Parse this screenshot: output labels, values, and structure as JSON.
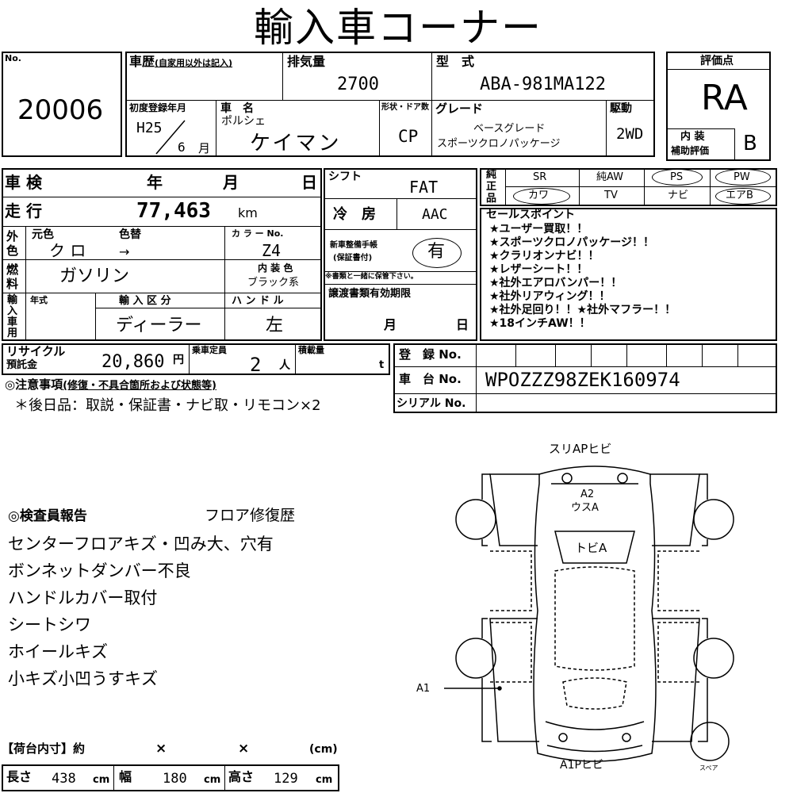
{
  "title": "輸入車コーナー",
  "lot": {
    "label": "No.",
    "number": "20006"
  },
  "history": {
    "label": "車歴",
    "note": "(自家用以外は記入)"
  },
  "displacement": {
    "label": "排気量",
    "value": "2700"
  },
  "model": {
    "label": "型　式",
    "value": "ABA-981MA122"
  },
  "first_reg": {
    "label": "初度登録年月",
    "year": "H25",
    "month": "6",
    "month_unit": "月"
  },
  "car_name": {
    "label": "車　名",
    "maker": "ポルシェ",
    "name": "ケイマン"
  },
  "body_type": {
    "label": "形状・ドア数",
    "value": "CP"
  },
  "grade": {
    "label": "グレード",
    "line1": "ベースグレード",
    "line2": "スポーツクロノパッケージ"
  },
  "drive": {
    "label": "駆動",
    "value": "2WD"
  },
  "score": {
    "label": "評価点",
    "value": "RA",
    "interior_label_1": "内 装",
    "interior_label_2": "補助評価",
    "interior_value": "B"
  },
  "inspection": {
    "label": "車 検",
    "year": "年",
    "month": "月",
    "day": "日"
  },
  "mileage": {
    "label": "走 行",
    "value": "77,463",
    "unit": "km"
  },
  "color": {
    "side_label": "外色",
    "original_label": "元色",
    "repaint_label": "色替",
    "original": "ク ロ",
    "arrow": "→",
    "code_label": "カ ラ ー No.",
    "code": "Z4"
  },
  "fuel": {
    "side_label": "燃料",
    "value": "ガソリン",
    "interior_color_label": "内 装 色",
    "interior_color": "ブラック系"
  },
  "import": {
    "side_label": "輸入車用",
    "year_label": "年式",
    "type_label": "輸 入 区 分",
    "type": "ディーラー",
    "handle_label": "ハ ン ド ル",
    "handle": "左"
  },
  "shift": {
    "label": "シフト",
    "value": "FAT"
  },
  "ac": {
    "label": "冷　房",
    "value": "AAC"
  },
  "maintenance": {
    "label1": "新車整備手帳",
    "label2": "(保証書付)",
    "value": "有",
    "note": "※書類と一緒に保管下さい。"
  },
  "transfer": {
    "label": "譲渡書類有効期限",
    "month": "月",
    "day": "日"
  },
  "equipment": {
    "side_label": "純正品",
    "row1": [
      "SR",
      "純AW",
      "PS",
      "PW"
    ],
    "row2": [
      "カワ",
      "TV",
      "ナビ",
      "エアB"
    ]
  },
  "sales_points": {
    "label": "セールスポイント",
    "items": [
      "★ユーザー買取！！",
      "★スポーツクロノパッケージ！！",
      "★クラリオンナビ！！",
      "★レザーシート！！",
      "★社外エアロバンパー！！",
      "★社外リアウィング！！",
      "★社外足回り！！★社外マフラー！！",
      "★18インチAW！！"
    ]
  },
  "recycle": {
    "label1": "リサイクル",
    "label2": "預託金",
    "value": "20,860",
    "unit": "円"
  },
  "capacity": {
    "label": "乗車定員",
    "value": "2",
    "unit": "人"
  },
  "load": {
    "label": "積載量",
    "unit": "t"
  },
  "registration": {
    "label": "登　録 No."
  },
  "chassis": {
    "label": "車　台 No.",
    "value": "WPOZZZ98ZEK160974"
  },
  "serial": {
    "label": "シリアル No."
  },
  "notes": {
    "heading": "◎注意事項",
    "heading_note": "(修復・不具合箇所および状態等)",
    "text": "＊後日品：取説・保証書・ナビ取・リモコン×2"
  },
  "inspector": {
    "heading": "◎検査員報告",
    "heading_note": "フロア修復歴",
    "lines": [
      "センターフロアキズ・凹み大、穴有",
      "ボンネットダンバー不良",
      "ハンドルカバー取付",
      "シートシワ",
      "ホイールキズ",
      "小キズ小凹うすキズ"
    ]
  },
  "cargo": {
    "label": "【荷台内寸】約",
    "times1": "×",
    "times2": "×",
    "unit_cm": "(cm)",
    "length_label": "長さ",
    "length": "438",
    "width_label": "幅",
    "width": "180",
    "height_label": "高さ",
    "height": "129",
    "unit": "cm"
  },
  "diagram": {
    "front_label": "スリAPヒビ",
    "a2_line1": "A2",
    "a2_line2": "ウスA",
    "hood_label": "トビA",
    "a1_label": "A1",
    "rear_label": "A1Pヒビ",
    "spare_label": "スペア"
  }
}
